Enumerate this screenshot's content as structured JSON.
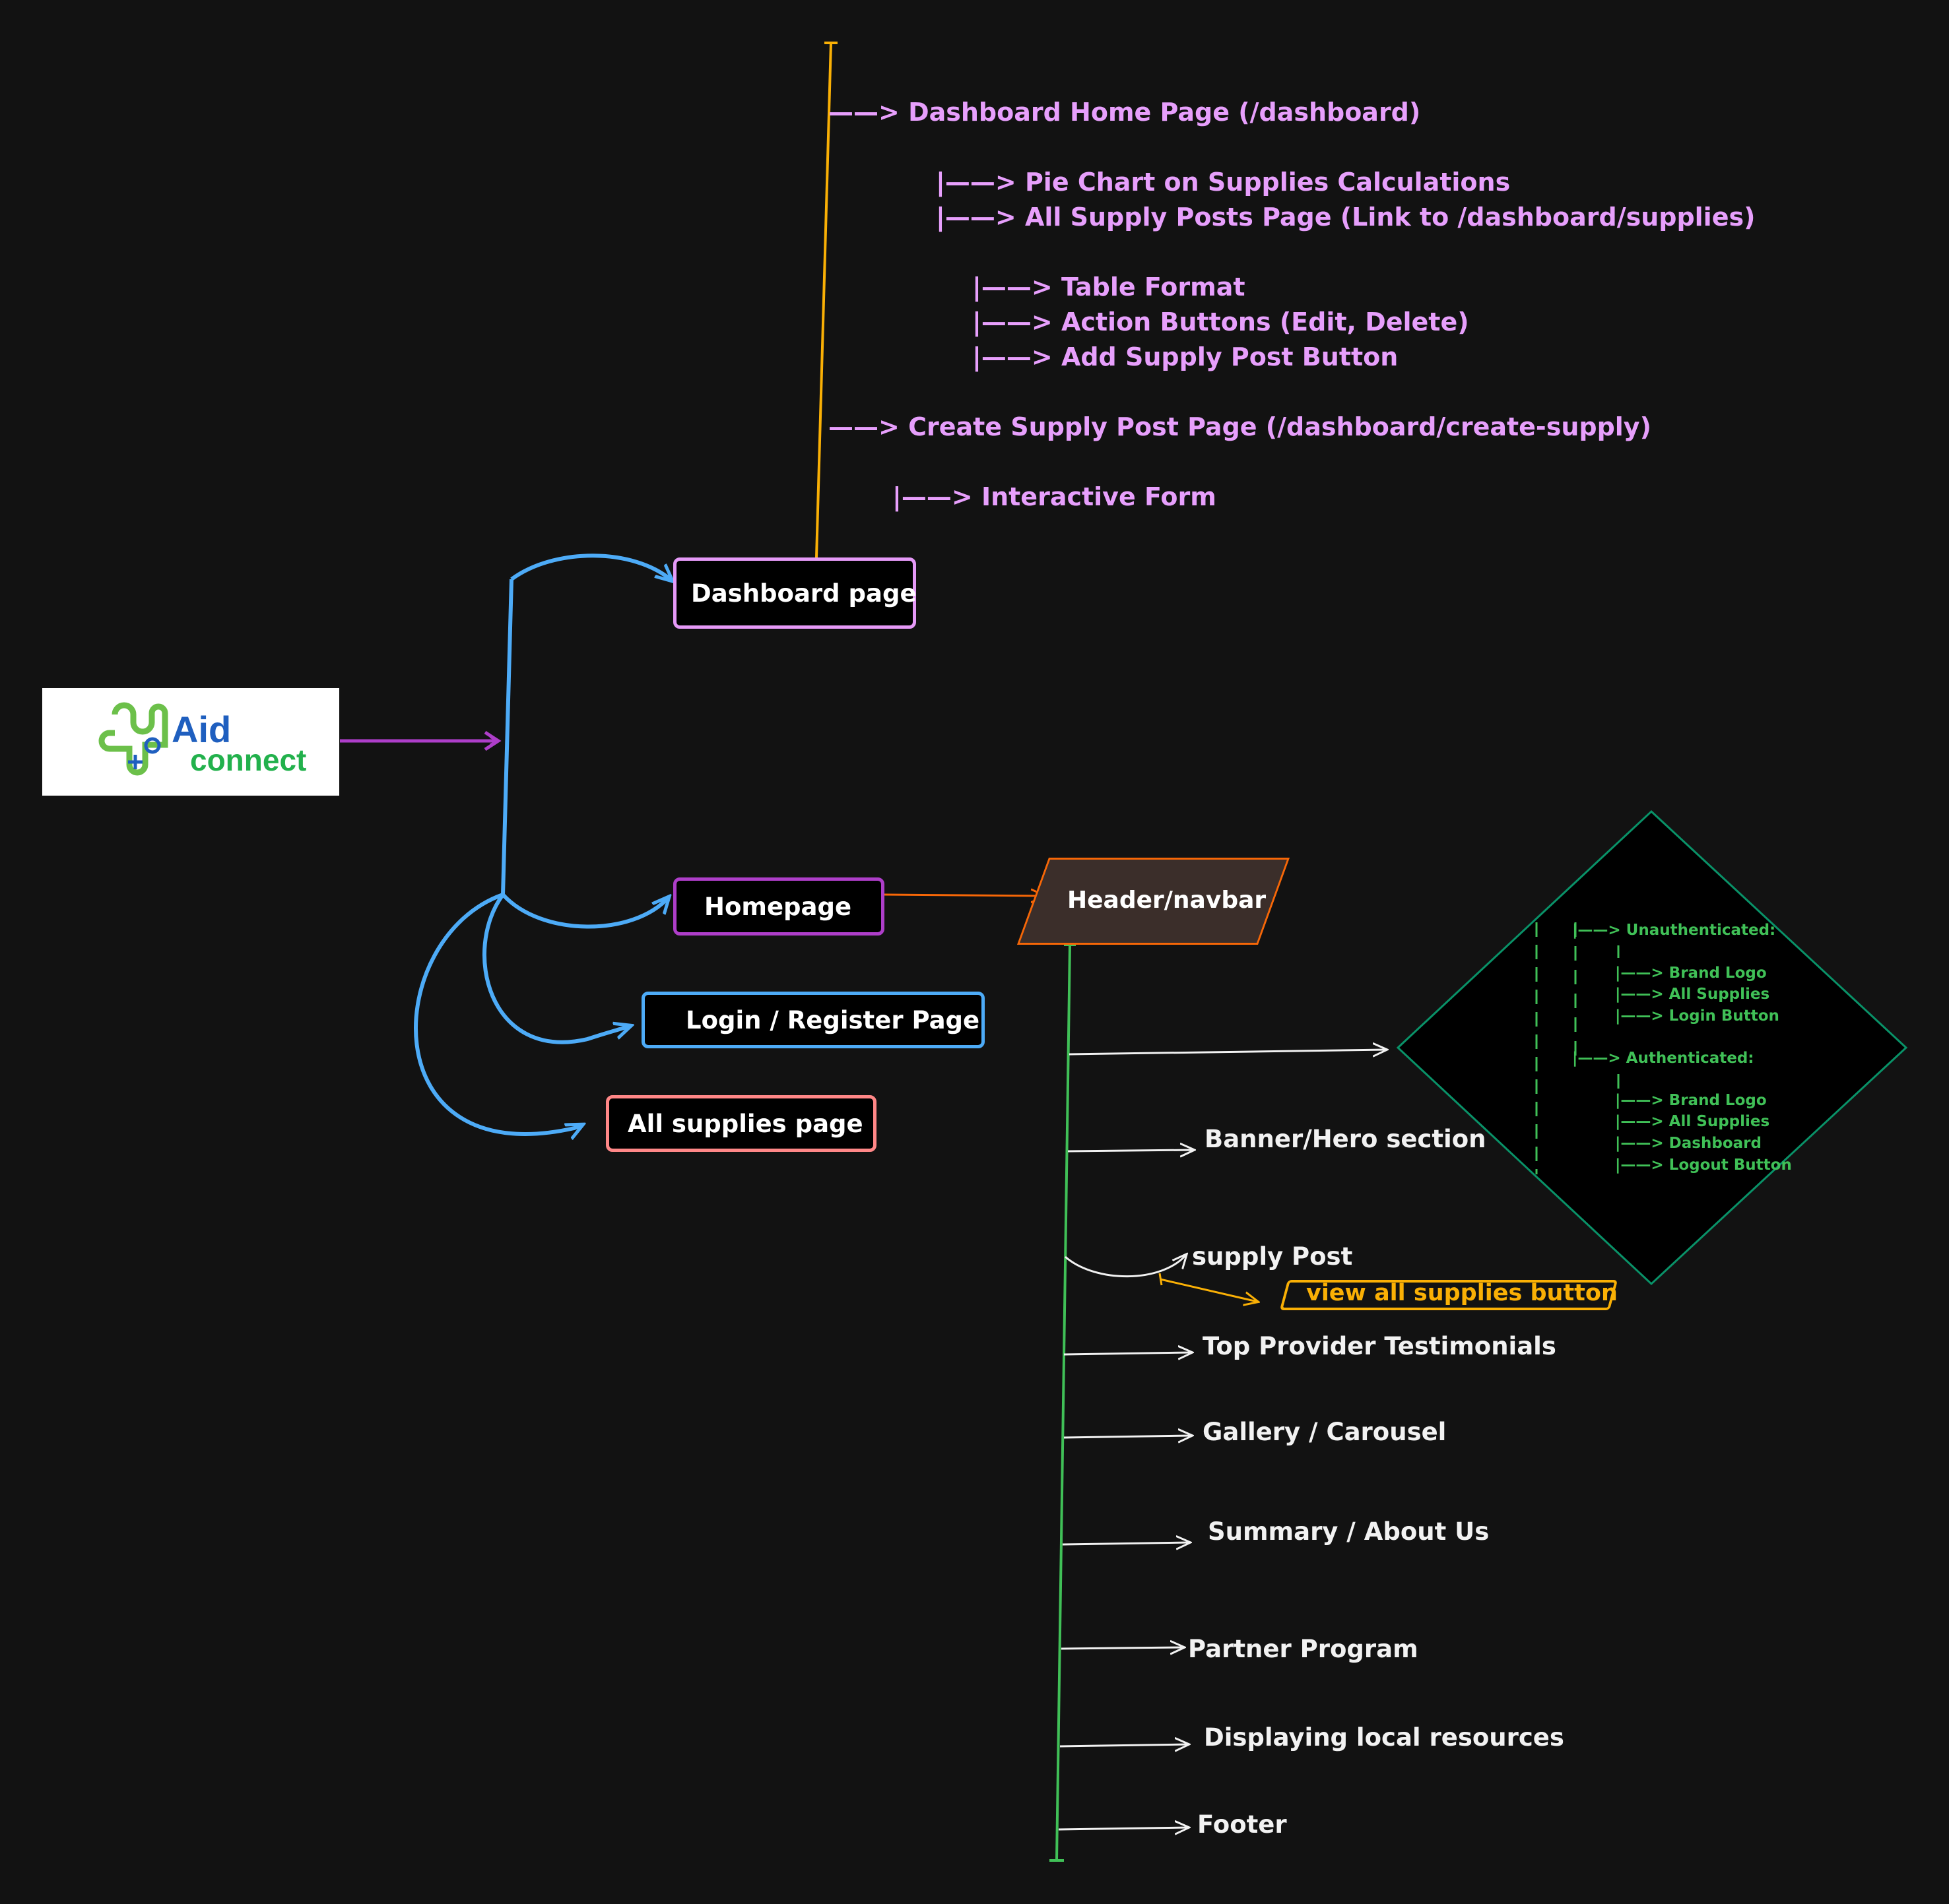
{
  "logo": {
    "line1": "Aid",
    "line2": "connect"
  },
  "nodes": {
    "dashboard": "Dashboard  page",
    "homepage": "Homepage",
    "login": "Login / Register Page",
    "all_supplies": "All supplies page",
    "header": "Header/navbar",
    "view_all_button": "view all supplies button"
  },
  "dashboard_tree": [
    "——> Dashboard Home Page (/dashboard)",
    "|——> Pie Chart on Supplies Calculations",
    "|——> All Supply Posts Page (Link to /dashboard/supplies)",
    "|——> Table Format",
    "|——> Action Buttons (Edit, Delete)",
    "|——> Add Supply Post Button",
    "——> Create Supply Post Page (/dashboard/create-supply)",
    "|——> Interactive Form"
  ],
  "homepage_sections": [
    "Banner/Hero section",
    "supply Post",
    "Top Provider Testimonials",
    "Gallery / Carousel",
    "Summary / About Us",
    "Partner Program",
    "Displaying local resources",
    "Footer"
  ],
  "navbar_tree": {
    "unauth_label": "|——> Unauthenticated:",
    "unauth_items": [
      "|——> Brand Logo",
      "|——> All Supplies",
      "|——> Login Button"
    ],
    "auth_label": "|——> Authenticated:",
    "auth_items": [
      "|——> Brand Logo",
      "|——> All Supplies",
      "|——> Dashboard",
      "|——> Logout Button"
    ]
  },
  "colors": {
    "background": "#121212",
    "dashboard_border": "#e599f7",
    "homepage_border": "#ae3ec9",
    "login_border": "#4dabf7",
    "all_supplies_border": "#ff8787",
    "tree_text": "#e79ffc",
    "spine_dashboard": "#fab005",
    "spine_homepage": "#40c057",
    "navbar_diamond": "#099268",
    "blue_arrows": "#4dabf7",
    "logo_arrow": "#ae3ec9",
    "header_arrow": "#f76707"
  }
}
